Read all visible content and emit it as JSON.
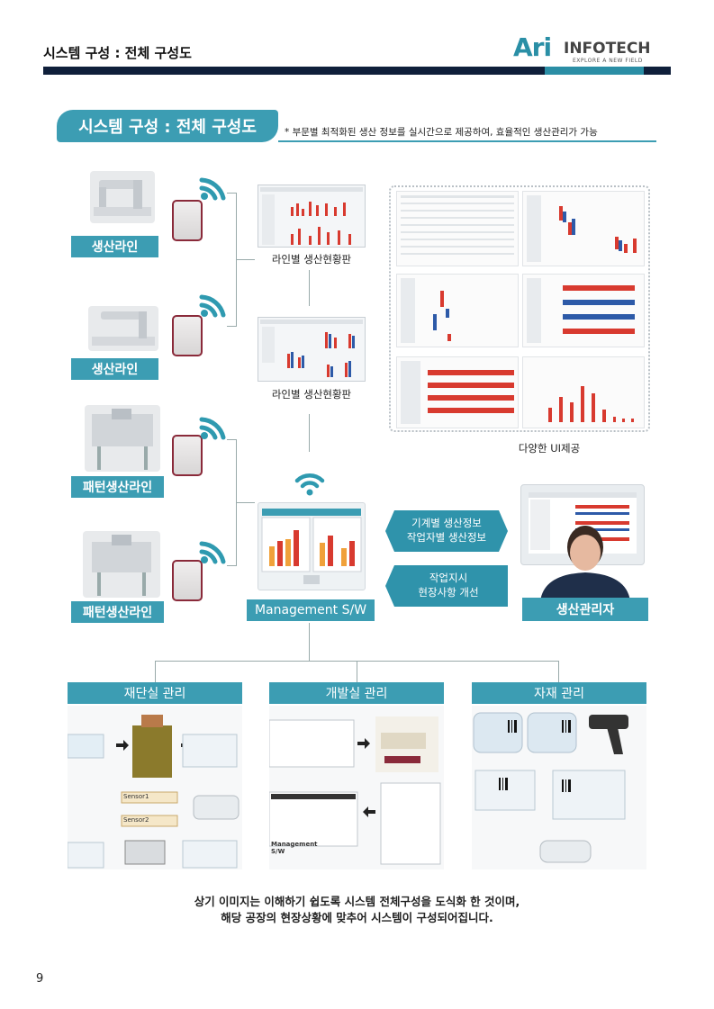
{
  "header": {
    "title": "시스템 구성 : 전체 구성도",
    "logo_main": "Ari",
    "logo_brand": "INFOTECH",
    "logo_tagline": "EXPLORE A NEW FIELD"
  },
  "section": {
    "title": "시스템 구성 : 전체 구성도",
    "note": "* 부문별 최적화된 생산 정보를 실시간으로 제공하여, 효율적인 생산관리가 가능"
  },
  "lines": {
    "line1": "생산라인",
    "line2": "생산라인",
    "line3": "패턴생산라인",
    "line4": "패턴생산라인"
  },
  "boards": {
    "board1": "라인별 생산현황판",
    "board2": "라인별 생산현황판",
    "various_ui": "다양한 UI제공"
  },
  "management": {
    "label": "Management S/W",
    "to_manager_1": "기계별 생산정보",
    "to_manager_2": "작업자별 생산정보",
    "from_manager_1": "작업지시",
    "from_manager_2": "현장사항 개선",
    "manager_label": "생산관리자"
  },
  "departments": {
    "cutting": "재단실 관리",
    "development": "개발실 관리",
    "material": "자재 관리",
    "sensor1": "Sensor1",
    "sensor2": "Sensor2",
    "mgmt_sw_1": "Management",
    "mgmt_sw_2": "S/W"
  },
  "footer": {
    "line1": "상기 이미지는 이해하기 쉽도록 시스템 전체구성을 도식화 한 것이며,",
    "line2": "해당 공장의 현장상황에 맞추어 시스템이 구성되어집니다."
  },
  "page_number": "9",
  "colors": {
    "accent": "#3c9db3",
    "navy": "#0f1f3a",
    "bar_red": "#d83a2f",
    "bar_blue": "#2d5aa8",
    "bar_orange": "#f0a13a"
  }
}
